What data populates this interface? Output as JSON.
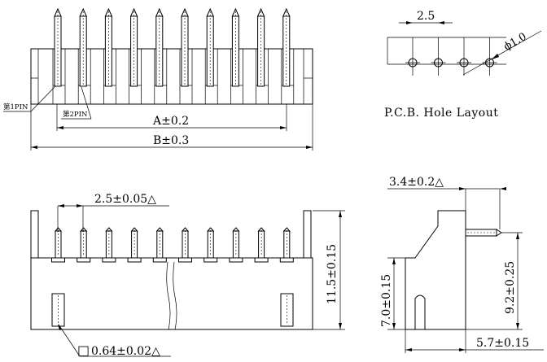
{
  "top_view": {
    "pin_count": 10,
    "pin1_label": "第1PIN",
    "pin2_label": "第2PIN",
    "dim_a": "A±0.2",
    "dim_b": "B±0.3"
  },
  "pcb_layout": {
    "pitch": "2.5",
    "hole_dia": "ϕ1.0",
    "hole_count": 4,
    "title": "P.C.B. Hole Layout"
  },
  "front_view": {
    "pin_count": 10,
    "pitch": "2.5±0.05△",
    "height": "11.5±0.15",
    "pin_size": "0.64±0.02△",
    "pin_size_symbol": "□"
  },
  "side_view": {
    "top_offset": "3.4±0.2△",
    "body_height": "7.0±0.15",
    "pin_height": "9.2±0.25",
    "base_width": "5.7±0.15"
  }
}
